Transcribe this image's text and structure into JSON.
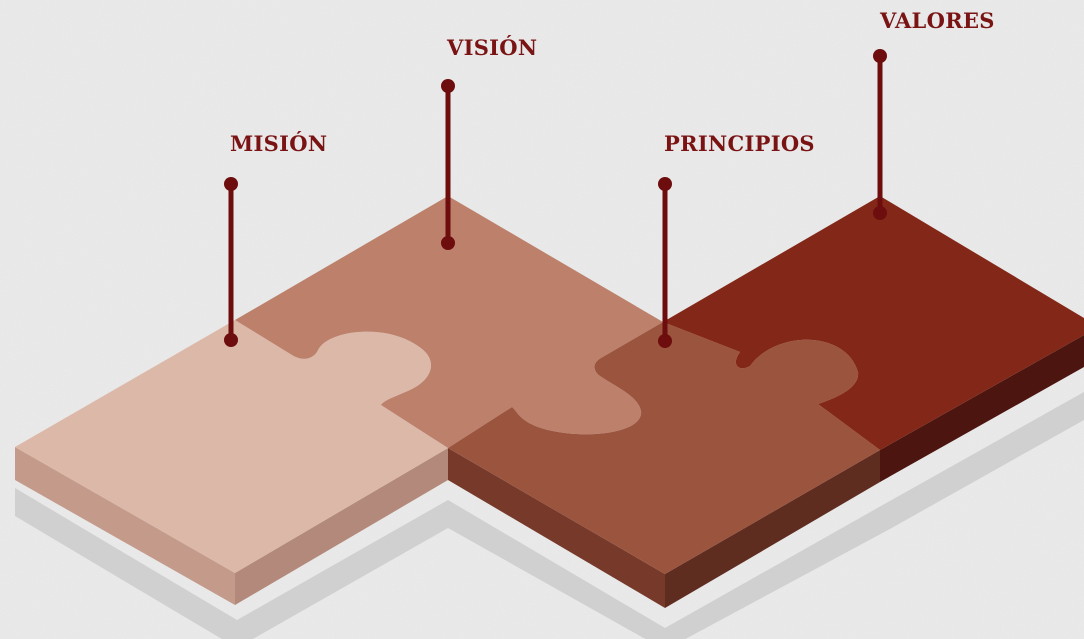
{
  "labels": {
    "mision": "MISIÓN",
    "vision": "VISIÓN",
    "principios": "PRINCIPIOS",
    "valores": "VALORES"
  },
  "colors": {
    "background": "#ececec",
    "pin": "#6e0d0d",
    "label_text": "#7a1414",
    "piece_mision": "#dcb8a8",
    "piece_vision": "#bc806b",
    "piece_principios": "#9b543e",
    "piece_valores": "#832818"
  }
}
